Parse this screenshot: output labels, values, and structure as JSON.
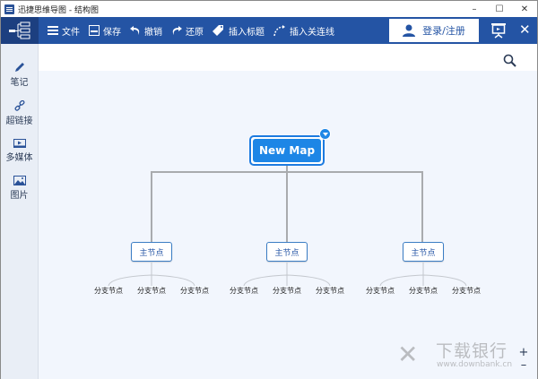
{
  "window": {
    "title": "迅捷思维导图 - 结构图",
    "controls": {
      "minimize": "–",
      "maximize": "☐",
      "close": "✕"
    }
  },
  "toolbar": {
    "items": [
      {
        "label": "文件",
        "icon": "menu-icon"
      },
      {
        "label": "保存",
        "icon": "save-icon"
      },
      {
        "label": "撤销",
        "icon": "undo-icon"
      },
      {
        "label": "还原",
        "icon": "redo-icon"
      },
      {
        "label": "插入标题",
        "icon": "tag-icon"
      },
      {
        "label": "插入关连线",
        "icon": "connector-icon"
      }
    ],
    "login_label": "登录/注册",
    "close_label": "✕",
    "accent": "#2454a4"
  },
  "sidebar": {
    "items": [
      {
        "label": "笔记",
        "icon": "pencil-icon"
      },
      {
        "label": "超链接",
        "icon": "link-icon"
      },
      {
        "label": "多媒体",
        "icon": "media-icon"
      },
      {
        "label": "图片",
        "icon": "image-icon"
      }
    ]
  },
  "mindmap": {
    "root": {
      "label": "New Map",
      "color": "#1d86e6"
    },
    "main_nodes": [
      {
        "label": "主节点",
        "children": [
          "分支节点",
          "分支节点",
          "分支节点"
        ]
      },
      {
        "label": "主节点",
        "children": [
          "分支节点",
          "分支节点",
          "分支节点"
        ]
      },
      {
        "label": "主节点",
        "children": [
          "分支节点",
          "分支节点",
          "分支节点"
        ]
      }
    ]
  },
  "zoom_controls": {
    "plus": "+",
    "minus": "–"
  },
  "watermark": {
    "logo": "✕",
    "text": "下载银行",
    "url": "www.downbank.cn"
  }
}
